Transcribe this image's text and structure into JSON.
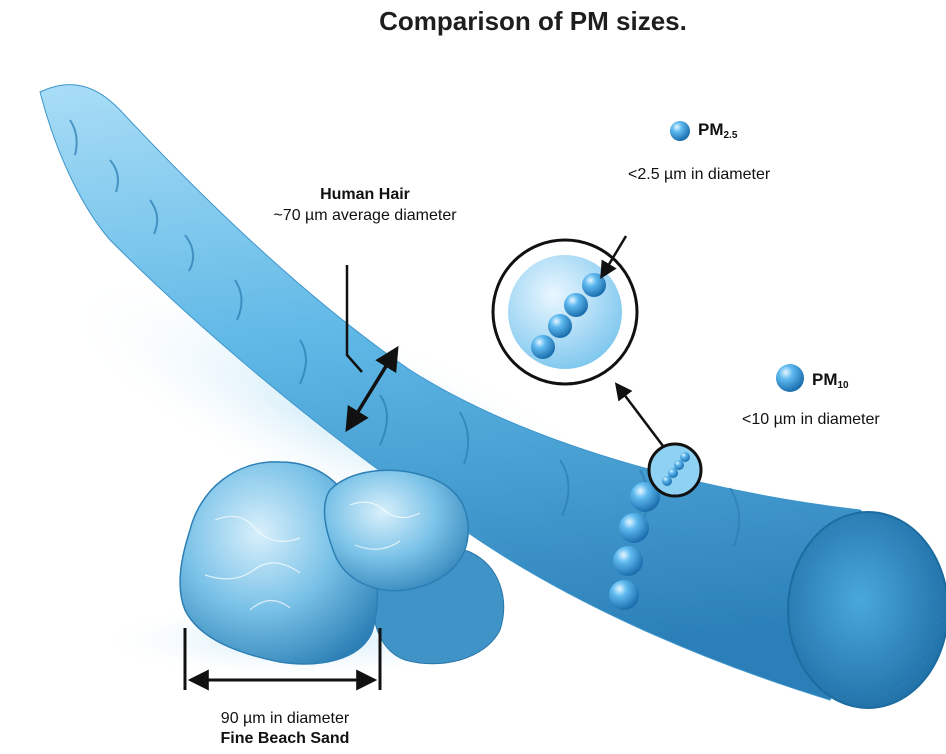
{
  "title": "Comparison of PM sizes.",
  "hair": {
    "name": "Human Hair",
    "description": "~70 µm average diameter"
  },
  "pm25": {
    "name": "PM",
    "subscript": "2.5",
    "description": "<2.5 µm in diameter"
  },
  "pm10": {
    "name": "PM",
    "subscript": "10",
    "description": "<10 µm in diameter"
  },
  "sand": {
    "description": "90 µm in diameter",
    "name": "Fine Beach Sand"
  },
  "colors": {
    "hair_light": "#8fd0f2",
    "hair_mid": "#4fb1e4",
    "hair_dark": "#2a86c2",
    "particle": "#2f8fd0",
    "sand": "#5aaed8",
    "line": "#111111"
  }
}
